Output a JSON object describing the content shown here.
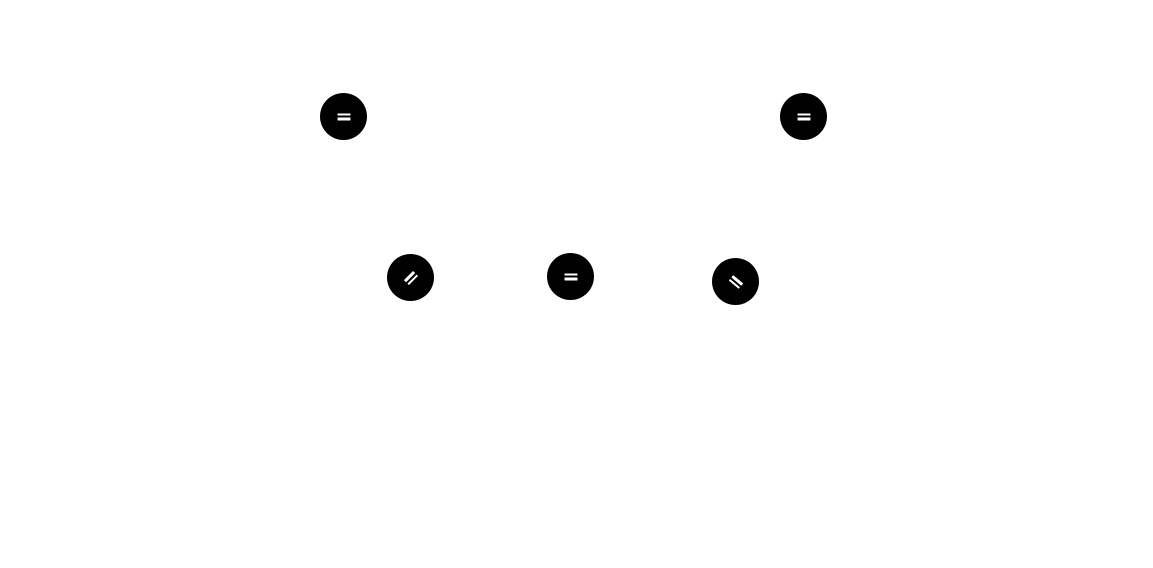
{
  "canvas": {
    "background": "#ffffff"
  },
  "handles": [
    {
      "id": "top-left",
      "icon": "drag-handle-icon",
      "color": "#000000",
      "grip_color": "#ffffff",
      "grip_angle_deg": 0
    },
    {
      "id": "top-right",
      "icon": "drag-handle-icon",
      "color": "#000000",
      "grip_color": "#ffffff",
      "grip_angle_deg": 0
    },
    {
      "id": "mid-left",
      "icon": "drag-handle-icon",
      "color": "#000000",
      "grip_color": "#ffffff",
      "grip_angle_deg": -45
    },
    {
      "id": "mid-center",
      "icon": "drag-handle-icon",
      "color": "#000000",
      "grip_color": "#ffffff",
      "grip_angle_deg": 0
    },
    {
      "id": "mid-right",
      "icon": "drag-handle-icon",
      "color": "#000000",
      "grip_color": "#ffffff",
      "grip_angle_deg": 40
    }
  ]
}
